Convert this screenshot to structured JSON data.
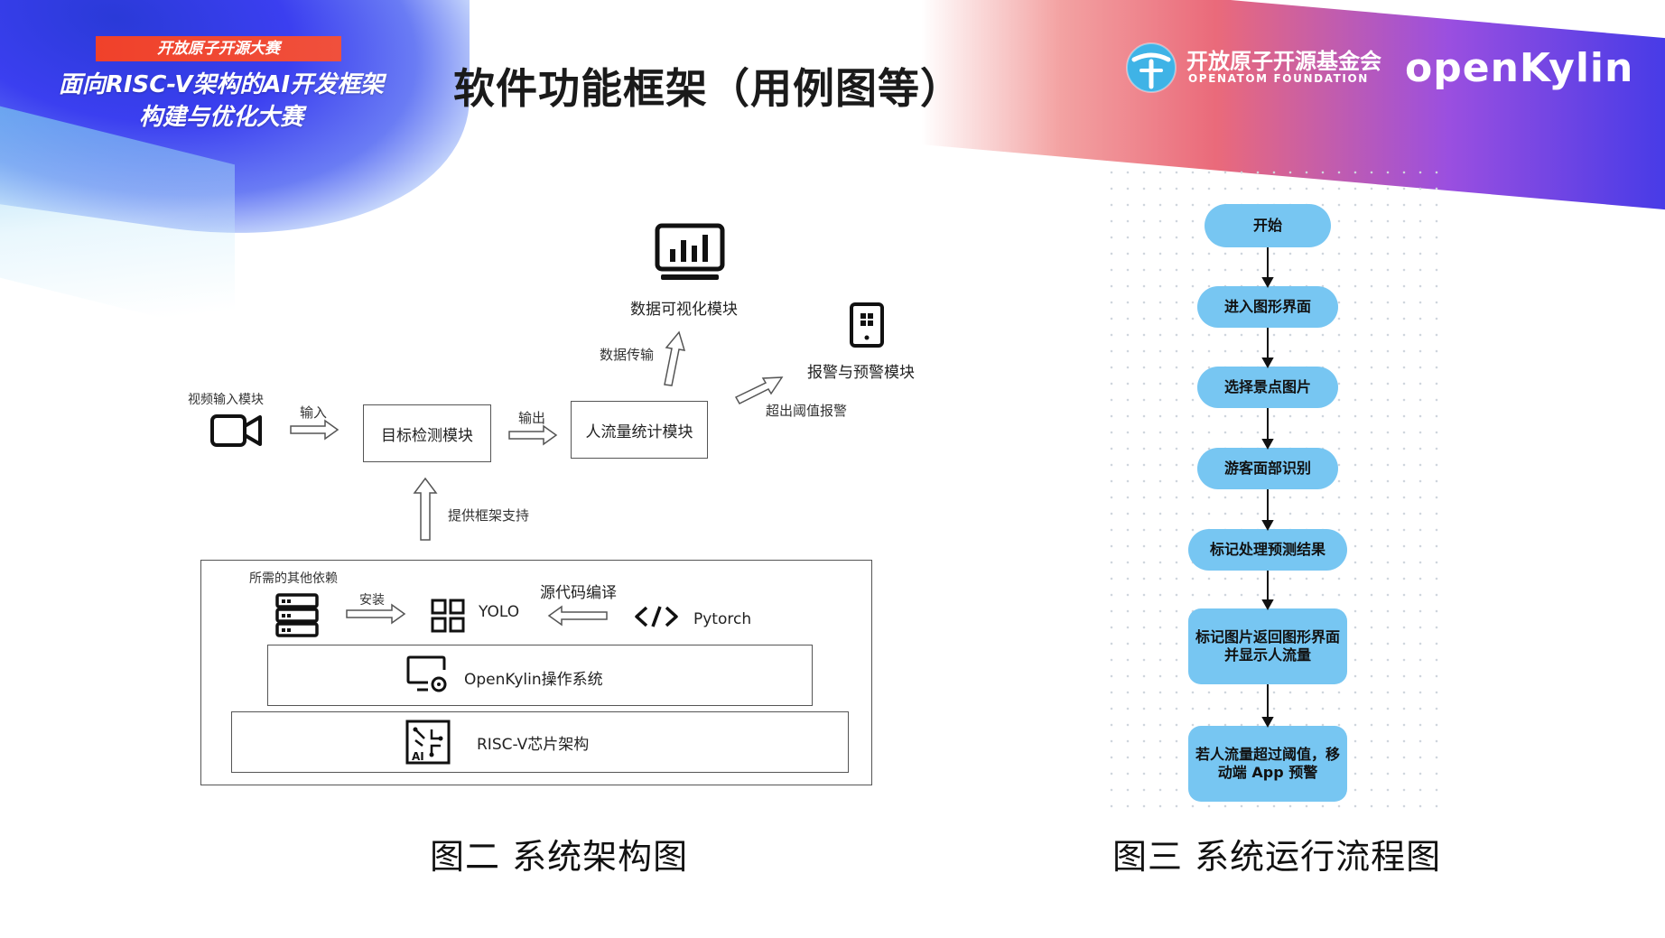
{
  "header": {
    "badge": "开放原子开源大赛",
    "contest_line1": "面向RISC-V架构的AI开发框架",
    "contest_line2": "构建与优化大赛",
    "slide_title": "软件功能框架（用例图等）",
    "openatom_cn": "开放原子开源基金会",
    "openatom_en": "OPENATOM FOUNDATION",
    "openkylin": "openKylin"
  },
  "architecture": {
    "video_input": "视频输入模块",
    "input_label": "输入",
    "detection": "目标检测模块",
    "output_label": "输出",
    "people_stats": "人流量统计模块",
    "data_transfer": "数据传输",
    "visualization": "数据可视化模块",
    "alarm_module": "报警与预警模块",
    "threshold_alarm": "超出阈值报警",
    "framework_support": "提供框架支持",
    "deps_title": "所需的其他依赖",
    "install": "安装",
    "yolo": "YOLO",
    "compile": "源代码编译",
    "pytorch": "Pytorch",
    "os": "OpenKylin操作系统",
    "chip": "RISC-V芯片架构",
    "caption": "图二  系统架构图"
  },
  "flowchart": {
    "nodes": [
      "开始",
      "进入图形界面",
      "选择景点图片",
      "游客面部识别",
      "标记处理预测结果",
      "标记图片返回图形界面并显示人流量",
      "若人流量超过阈值，移动端 App 预警"
    ],
    "caption": "图三  系统运行流程图"
  },
  "colors": {
    "node_fill": "#77c6f2",
    "badge": "#f0412a"
  },
  "icons": [
    "camera-icon",
    "monitor-chart-icon",
    "phone-icon",
    "server-icon",
    "grid-icon",
    "code-icon",
    "monitor-gear-icon",
    "ai-chip-icon"
  ]
}
